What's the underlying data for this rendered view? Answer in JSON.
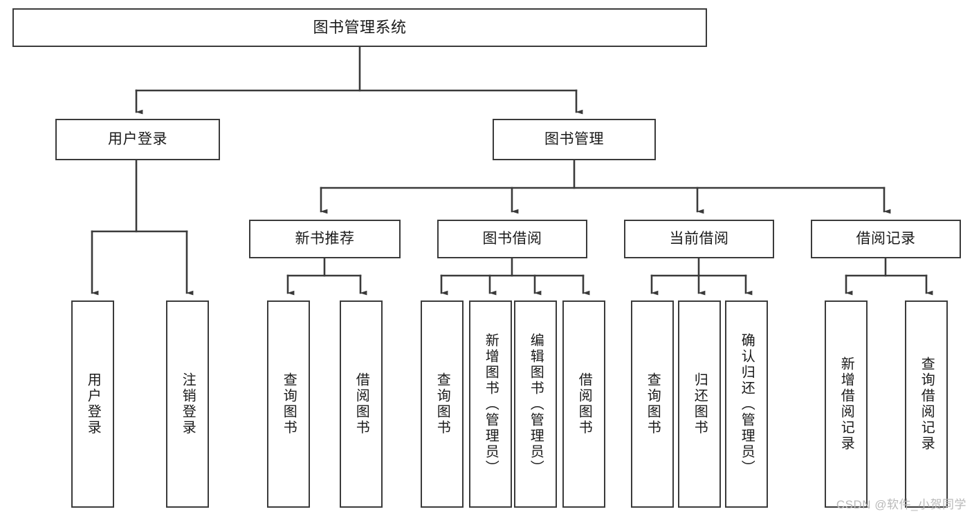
{
  "diagram": {
    "title": "图书管理系统",
    "type": "tree",
    "orientation": "top-down",
    "colors": {
      "box_border": "#3a3a3a",
      "box_fill": "#ffffff",
      "connector": "#3a3a3a",
      "text": "#1a1a1a",
      "watermark": "#b9b9b9",
      "background": "#ffffff"
    },
    "root": {
      "id": "root",
      "label": "图书管理系统"
    },
    "level1": [
      {
        "id": "user-login",
        "label": "用户登录"
      },
      {
        "id": "book-management",
        "label": "图书管理"
      }
    ],
    "level2": [
      {
        "id": "new-book-recommend",
        "label": "新书推荐",
        "parent": "book-management"
      },
      {
        "id": "book-borrow",
        "label": "图书借阅",
        "parent": "book-management"
      },
      {
        "id": "current-borrow",
        "label": "当前借阅",
        "parent": "book-management"
      },
      {
        "id": "borrow-record",
        "label": "借阅记录",
        "parent": "book-management"
      }
    ],
    "leaves": {
      "user-login": [
        {
          "id": "leaf-user-login",
          "label": "用户登录"
        },
        {
          "id": "leaf-user-logout",
          "label": "注销登录"
        }
      ],
      "new-book-recommend": [
        {
          "id": "leaf-query-book-1",
          "label": "查询图书"
        },
        {
          "id": "leaf-borrow-book-1",
          "label": "借阅图书"
        }
      ],
      "book-borrow": [
        {
          "id": "leaf-query-book-2",
          "label": "查询图书"
        },
        {
          "id": "leaf-add-book",
          "label": "新增图书（管理员）"
        },
        {
          "id": "leaf-edit-book",
          "label": "编辑图书（管理员）"
        },
        {
          "id": "leaf-borrow-book-2",
          "label": "借阅图书"
        }
      ],
      "current-borrow": [
        {
          "id": "leaf-query-book-3",
          "label": "查询图书"
        },
        {
          "id": "leaf-return-book",
          "label": "归还图书"
        },
        {
          "id": "leaf-confirm-return",
          "label": "确认归还（管理员）"
        }
      ],
      "borrow-record": [
        {
          "id": "leaf-add-record",
          "label": "新增借阅记录"
        },
        {
          "id": "leaf-query-record",
          "label": "查询借阅记录"
        }
      ]
    }
  },
  "watermark": {
    "text": "CSDN @软件_小贺同学"
  }
}
